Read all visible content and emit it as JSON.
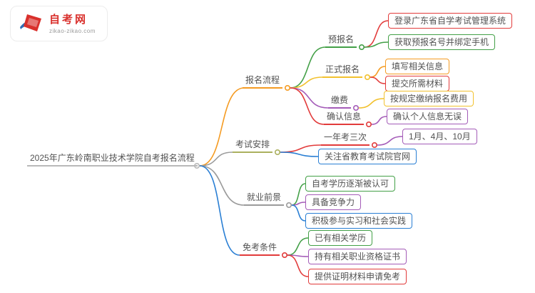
{
  "logo": {
    "title": "自考网",
    "domain": "zikao-zikao.com"
  },
  "root": {
    "label": "2025年广东岭南职业技术学院自考报名流程"
  },
  "branches": [
    {
      "label": "报名流程",
      "color": "orange",
      "children": [
        {
          "label": "预报名",
          "color": "green",
          "children": [
            {
              "label": "登录广东省自学考试管理系统",
              "color": "red"
            },
            {
              "label": "获取预报名号并绑定手机",
              "color": "green"
            }
          ]
        },
        {
          "label": "正式报名",
          "color": "yellow",
          "children": [
            {
              "label": "填写相关信息",
              "color": "orange"
            },
            {
              "label": "提交所需材料",
              "color": "red"
            }
          ]
        },
        {
          "label": "缴费",
          "color": "purple",
          "children": [
            {
              "label": "按规定缴纳报名费用",
              "color": "yellow"
            }
          ]
        },
        {
          "label": "确认信息",
          "color": "red",
          "children": [
            {
              "label": "确认个人信息无误",
              "color": "purple"
            }
          ]
        }
      ]
    },
    {
      "label": "考试安排",
      "color": "olive",
      "children": [
        {
          "label": "一年考三次",
          "color": "red",
          "children": [
            {
              "label": "1月、4月、10月",
              "color": "purple"
            }
          ]
        },
        {
          "label": "关注省教育考试院官网",
          "color": "blue"
        }
      ]
    },
    {
      "label": "就业前景",
      "color": "gray",
      "children": [
        {
          "label": "自考学历逐渐被认可",
          "color": "green"
        },
        {
          "label": "具备竞争力",
          "color": "purple"
        },
        {
          "label": "积极参与实习和社会实践",
          "color": "blue"
        }
      ]
    },
    {
      "label": "免考条件",
      "color": "red",
      "children": [
        {
          "label": "已有相关学历",
          "color": "green"
        },
        {
          "label": "持有相关职业资格证书",
          "color": "purple"
        },
        {
          "label": "提供证明材料申请免考",
          "color": "red"
        }
      ]
    }
  ],
  "palette": {
    "orange": "#f59b22",
    "green": "#43a047",
    "yellow": "#f2c12e",
    "red": "#e23b3b",
    "purple": "#a45cb8",
    "blue": "#2a7fd4",
    "gray": "#9b9b9b",
    "olive": "#abb05f",
    "brand_red": "#d9302c",
    "brand_blue": "#2f6db5"
  }
}
